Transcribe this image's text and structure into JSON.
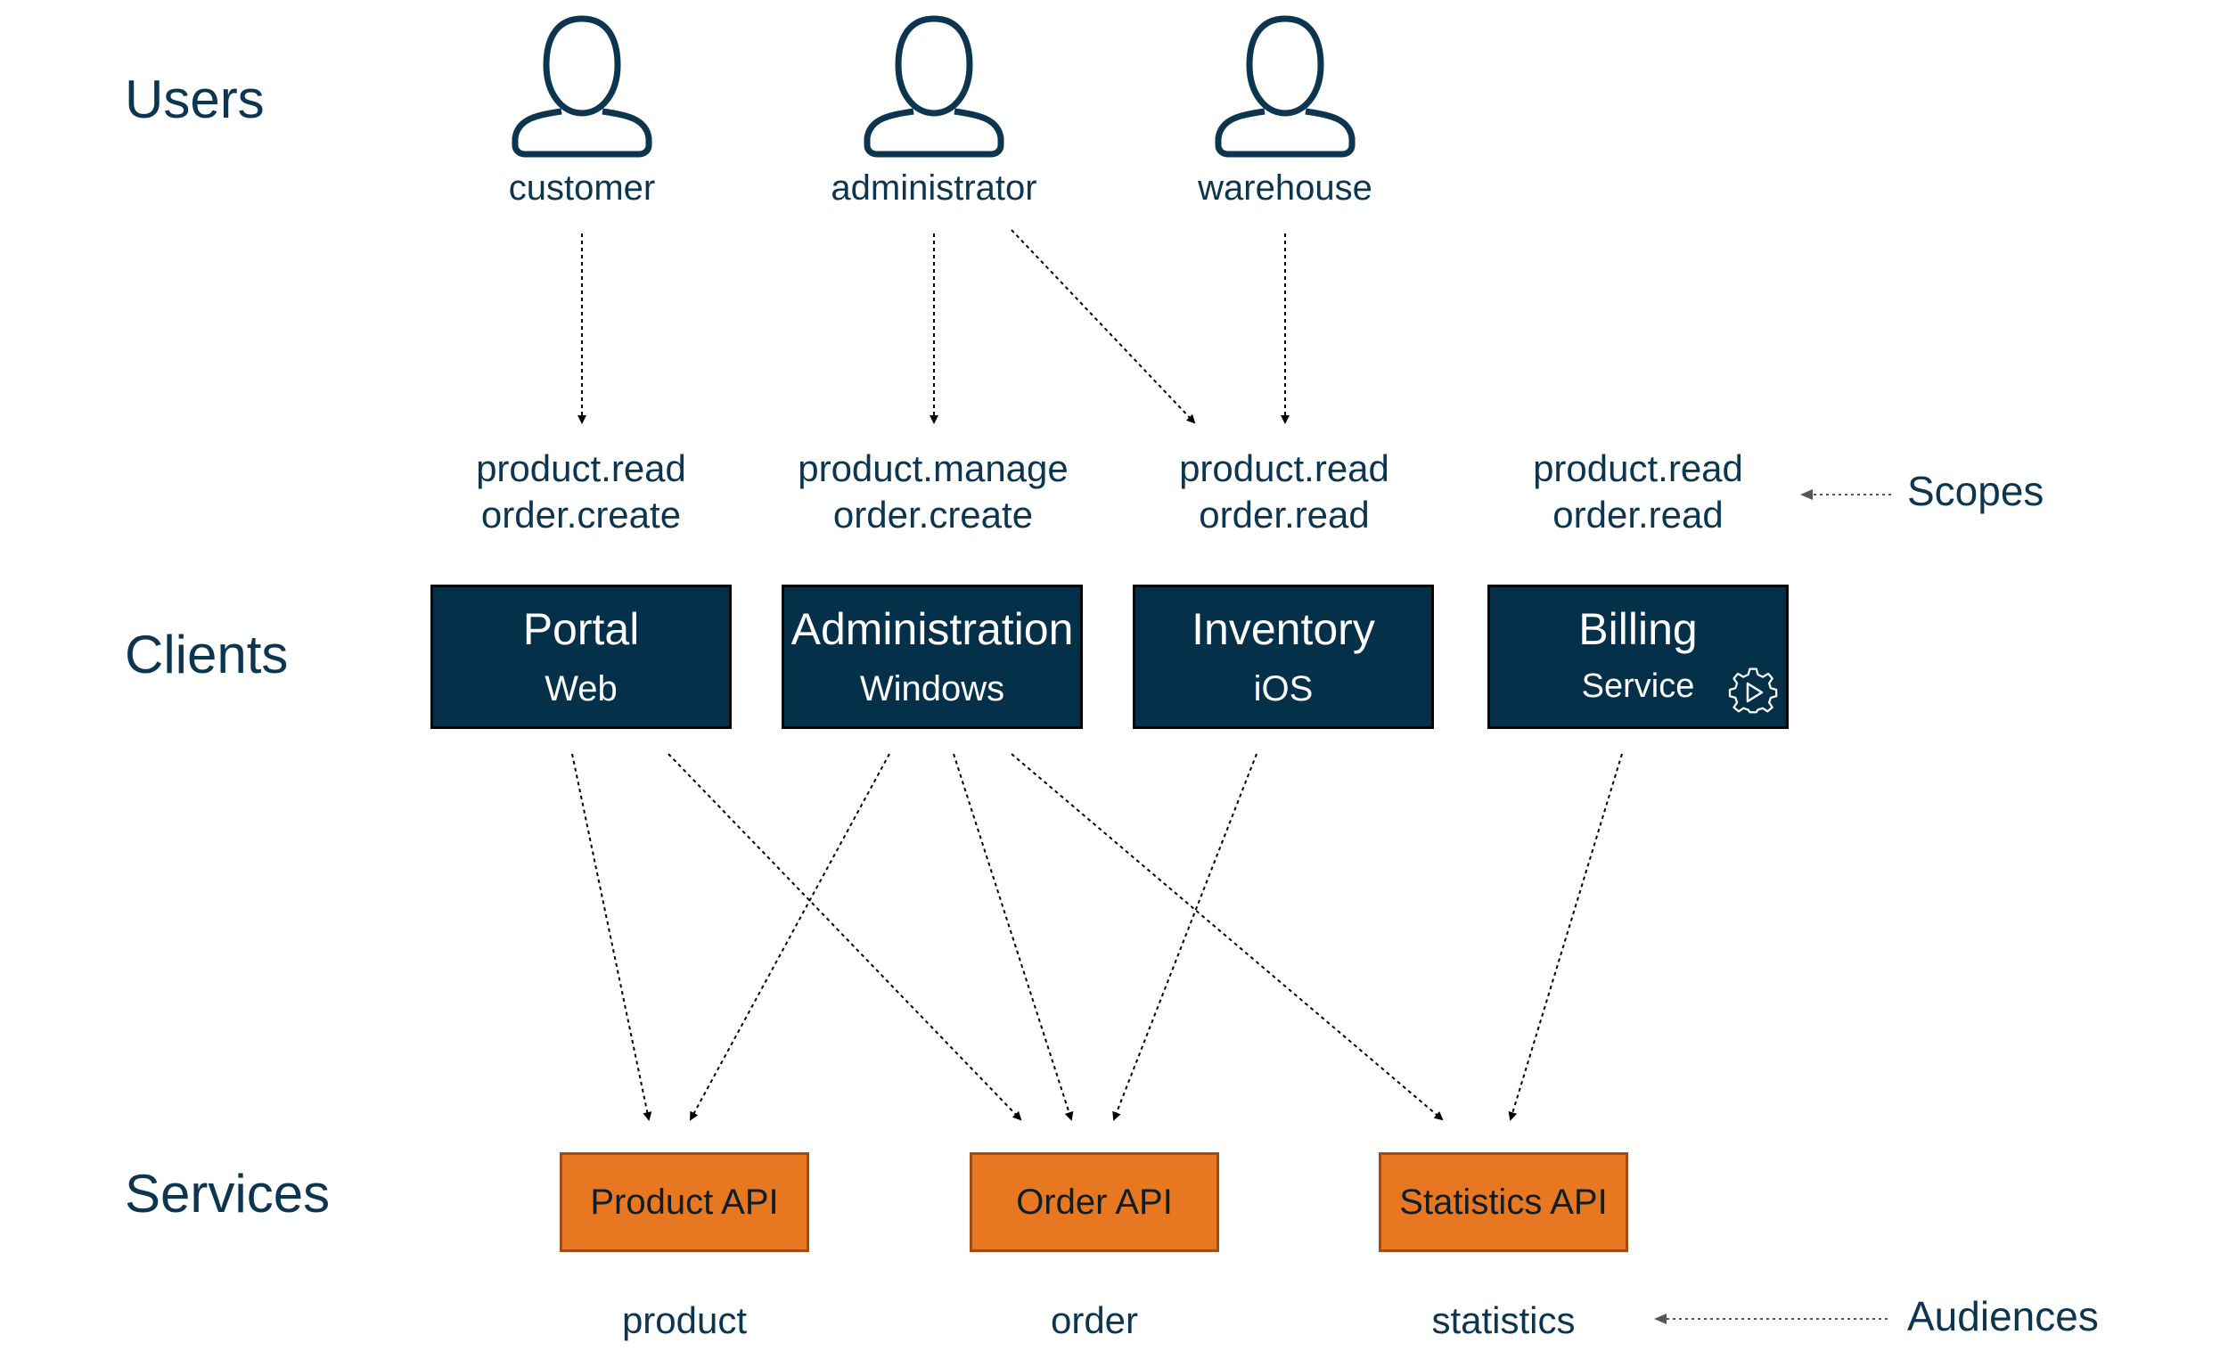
{
  "row_labels": {
    "users": "Users",
    "clients": "Clients",
    "services": "Services"
  },
  "users": [
    {
      "name": "customer",
      "icon": "person-icon"
    },
    {
      "name": "administrator",
      "icon": "person-icon"
    },
    {
      "name": "warehouse",
      "icon": "person-icon"
    }
  ],
  "scopes": [
    {
      "line1": "product.read",
      "line2": "order.create"
    },
    {
      "line1": "product.manage",
      "line2": "order.create"
    },
    {
      "line1": "product.read",
      "line2": "order.read"
    },
    {
      "line1": "product.read",
      "line2": "order.read"
    }
  ],
  "clients": [
    {
      "name": "Portal",
      "type": "Web"
    },
    {
      "name": "Administration",
      "type": "Windows"
    },
    {
      "name": "Inventory",
      "type": "iOS"
    },
    {
      "name": "Billing",
      "type": "Service",
      "icon": "gear-play-icon"
    }
  ],
  "services": [
    {
      "name": "Product API"
    },
    {
      "name": "Order API"
    },
    {
      "name": "Statistics API"
    }
  ],
  "audiences": [
    {
      "name": "product"
    },
    {
      "name": "order"
    },
    {
      "name": "statistics"
    }
  ],
  "legend": {
    "scopes": "Scopes",
    "audiences": "Audiences"
  },
  "colors": {
    "text": "#0c3550",
    "client_fill": "#04304a",
    "service_fill": "#e87722",
    "service_border": "#a24c11"
  }
}
